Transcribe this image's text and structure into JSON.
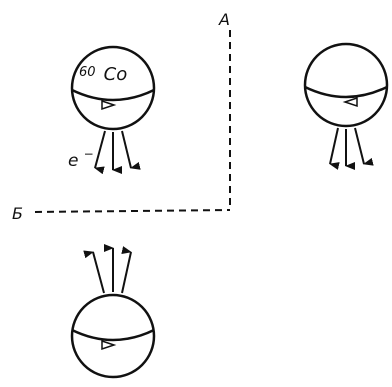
{
  "labels": {
    "mirror_a": "A",
    "mirror_b": "Б",
    "isotope_mass": "60",
    "isotope_symbol": "Co",
    "electron": "e",
    "electron_charge": "−"
  },
  "colors": {
    "ink": "#111111",
    "background": "#ffffff"
  },
  "nuclei": [
    {
      "id": "original",
      "spin": "clockwise-front",
      "emission": "down",
      "labelled": true
    },
    {
      "id": "mirror-a-image",
      "spin": "counterclockwise-front",
      "emission": "down",
      "labelled": false
    },
    {
      "id": "mirror-b-image",
      "spin": "clockwise-front",
      "emission": "up",
      "labelled": false
    }
  ]
}
